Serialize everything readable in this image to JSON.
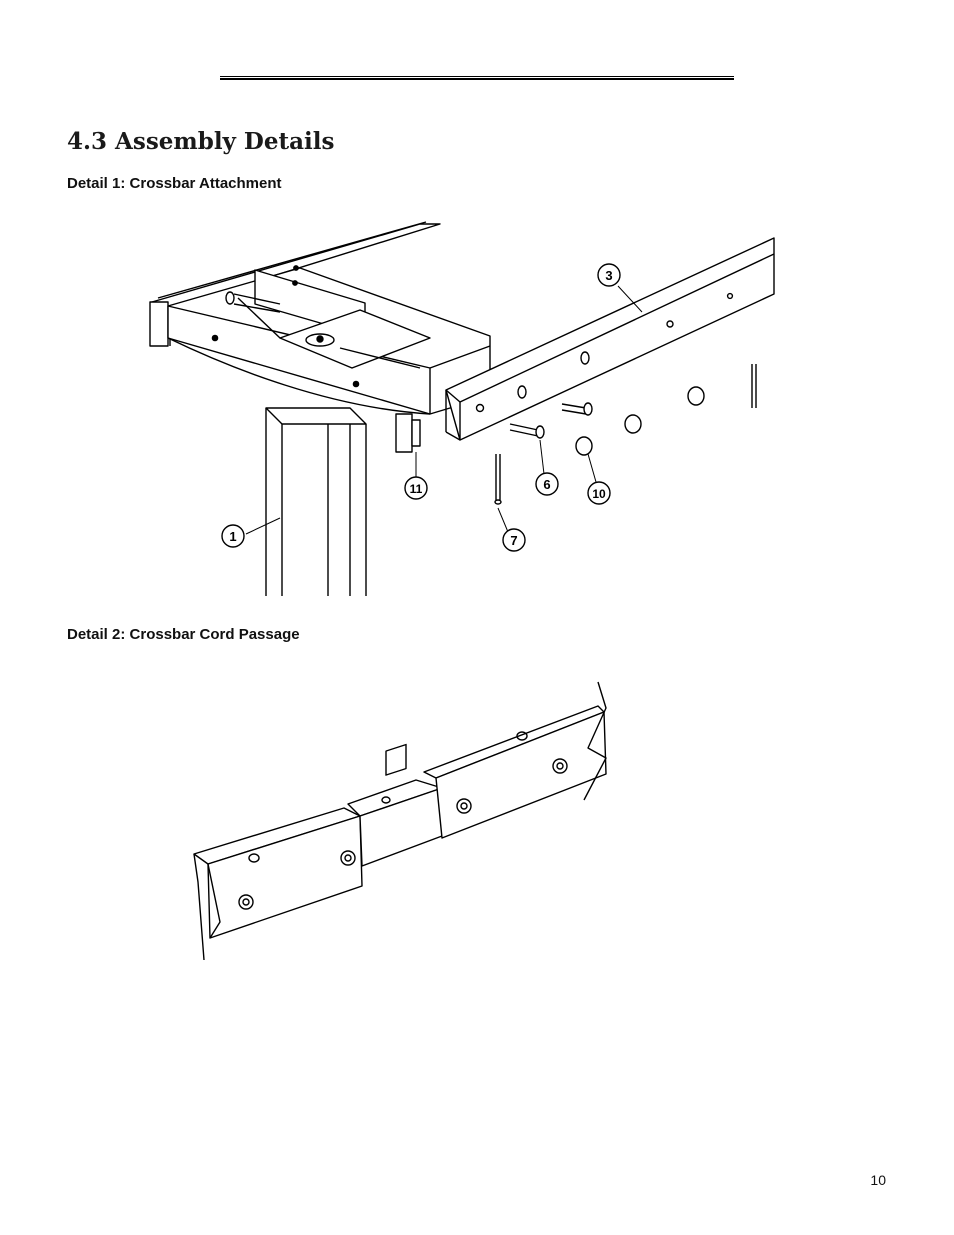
{
  "section": {
    "title": "4.3 Assembly Details"
  },
  "details": [
    {
      "heading": "Detail 1: Crossbar Attachment",
      "callouts": [
        "1",
        "3",
        "6",
        "7",
        "10",
        "11"
      ]
    },
    {
      "heading": "Detail 2: Crossbar Cord Passage"
    }
  ],
  "page_number": "10"
}
